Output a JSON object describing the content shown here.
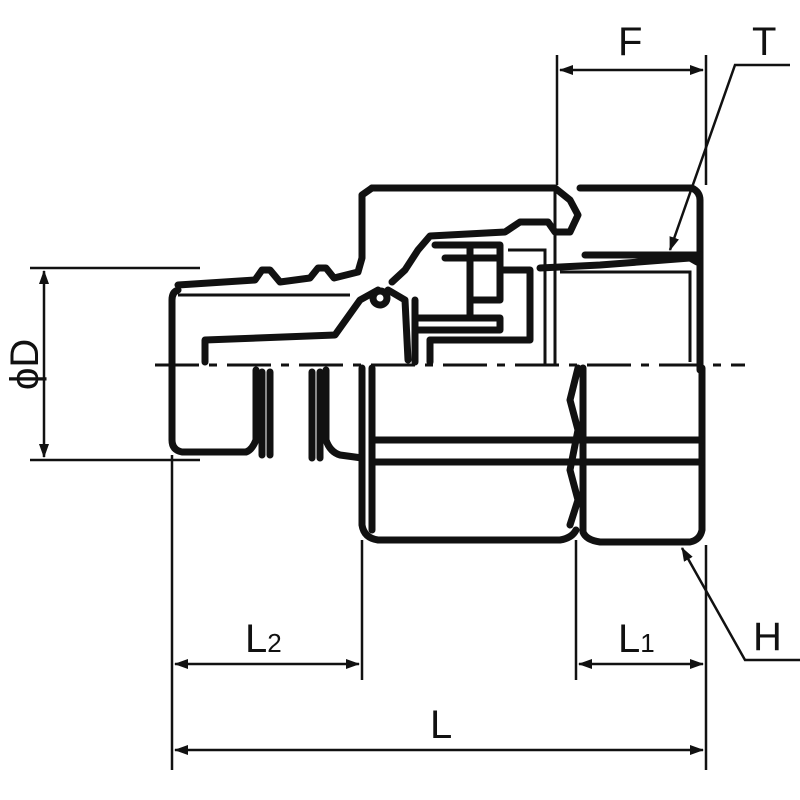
{
  "dimensions": {
    "F": "F",
    "T": "T",
    "D_symbol": "ϕ",
    "D": "D",
    "H": "H",
    "L": "L",
    "L1_main": "L",
    "L1_sub": "1",
    "L2_main": "L",
    "L2_sub": "2"
  },
  "colors": {
    "line": "#111111",
    "background": "#ffffff"
  }
}
